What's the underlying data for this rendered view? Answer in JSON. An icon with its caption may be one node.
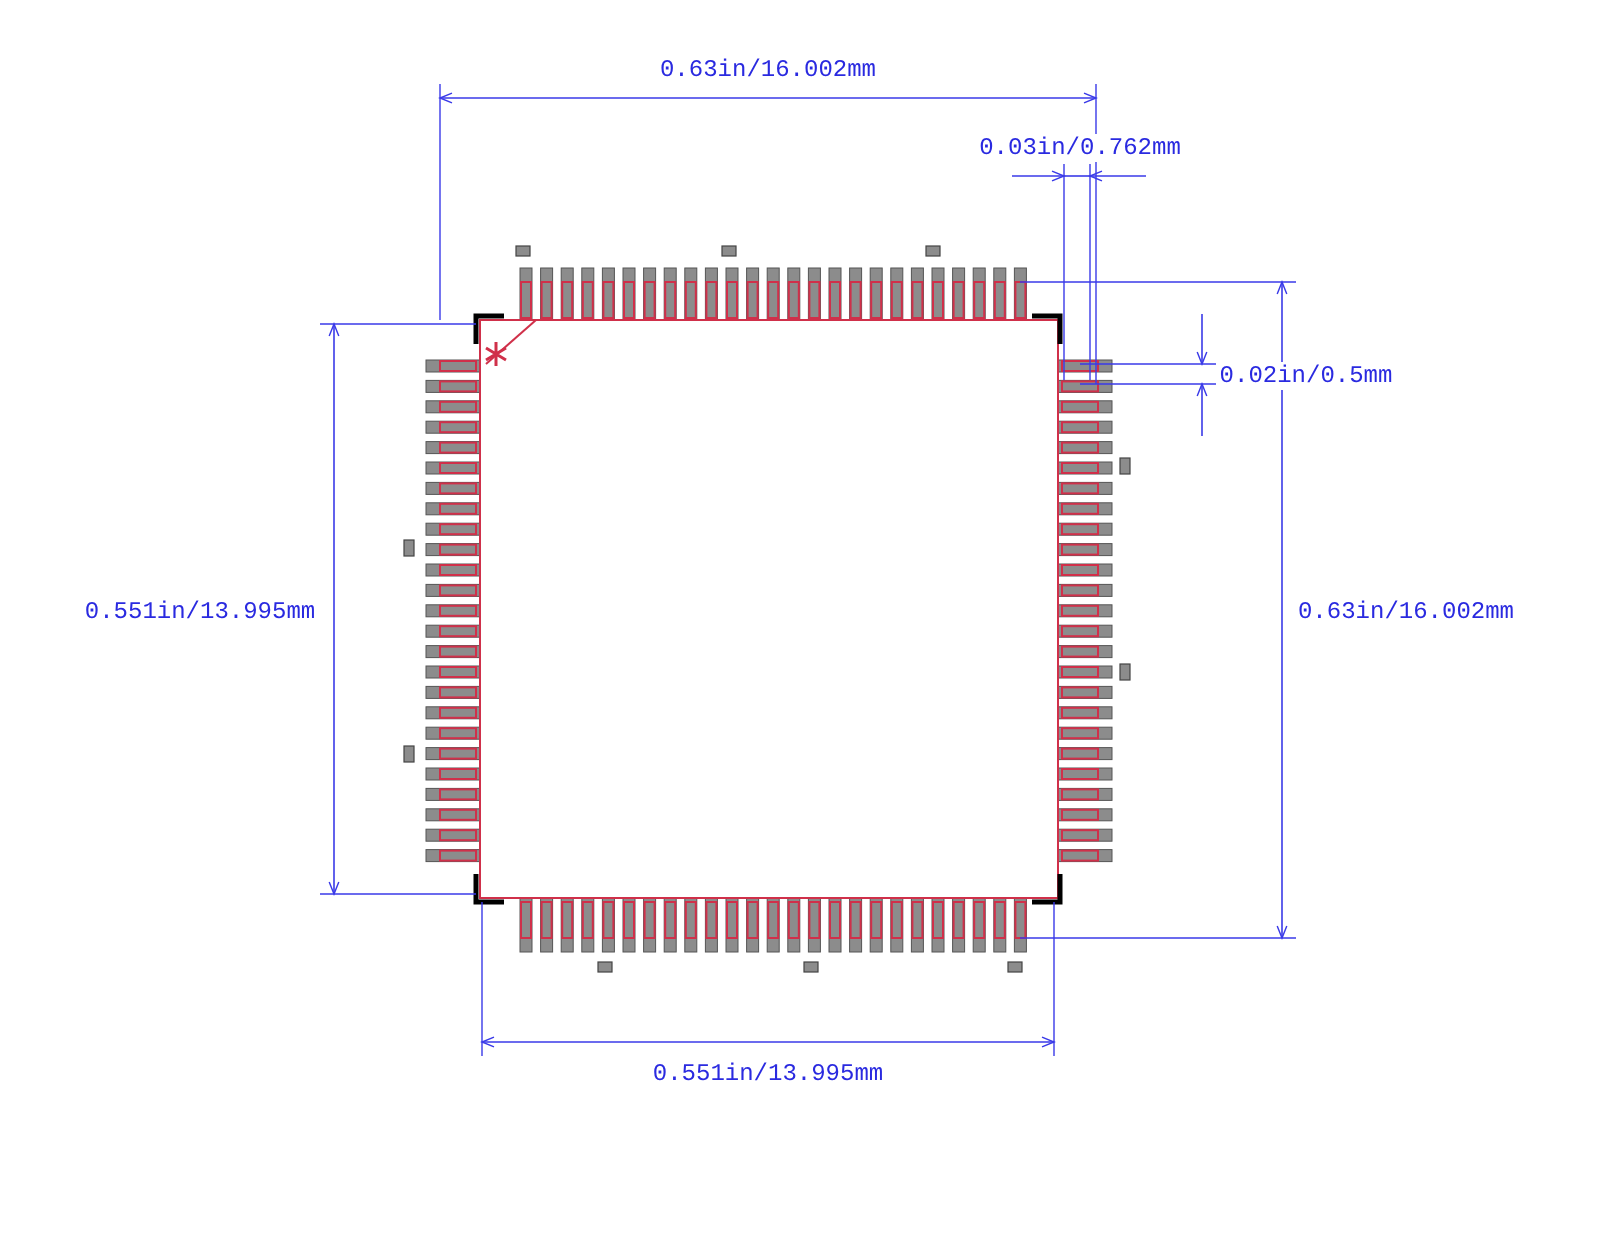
{
  "diagram": {
    "labels": [
      "0.63in/16.002mm",
      "0.03in/0.762mm",
      "0.02in/0.5mm",
      "0.551in/13.995mm",
      "0.63in/16.002mm",
      "0.551in/13.995mm"
    ]
  }
}
